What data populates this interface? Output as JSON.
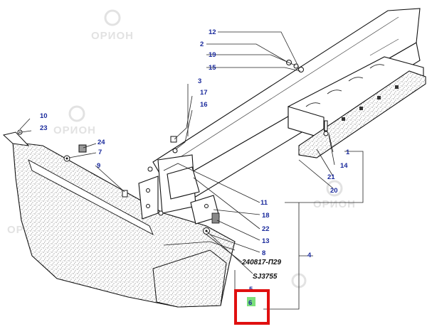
{
  "watermark": {
    "text": "ОРИОН",
    "color": "#c8c8c8"
  },
  "highlight": {
    "color": "#e01010",
    "callout_bg": "#7be07b"
  },
  "callouts": {
    "c12": "12",
    "c2": "2",
    "c19": "19",
    "c15": "15",
    "c3": "3",
    "c17": "17",
    "c16": "16",
    "c10": "10",
    "c23": "23",
    "c24": "24",
    "c7": "7",
    "c9": "9",
    "c1": "1",
    "c14": "14",
    "c21": "21",
    "c20": "20",
    "c11": "11",
    "c18": "18",
    "c22": "22",
    "c13": "13",
    "c8": "8",
    "c4": "4",
    "c5": "5",
    "c6": "6"
  },
  "references": {
    "ref1": "240817-П29",
    "ref2": "SJ3755"
  }
}
